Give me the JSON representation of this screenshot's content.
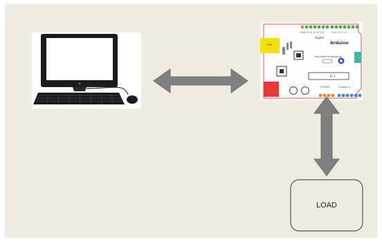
{
  "diagram": {
    "background_color": "#eeece1",
    "arrow_color": "#808080",
    "load_box": {
      "label": "LOAD",
      "border_color": "#555555"
    },
    "computer": {
      "icon": "desktop-computer-icon",
      "keyboard_icon": "keyboard-icon",
      "mouse_icon": "mouse-icon"
    },
    "arduino": {
      "icon": "arduino-board-icon",
      "brand": "Arduino",
      "digital_label": "Digital",
      "usb_label": "USB",
      "ic_label": "IC 1",
      "url": "http://arduino.berlios.de",
      "power_label": "POWER",
      "analog_label": "Analog In",
      "board_color": "#fdfdfd",
      "border_color": "#e05050"
    }
  }
}
